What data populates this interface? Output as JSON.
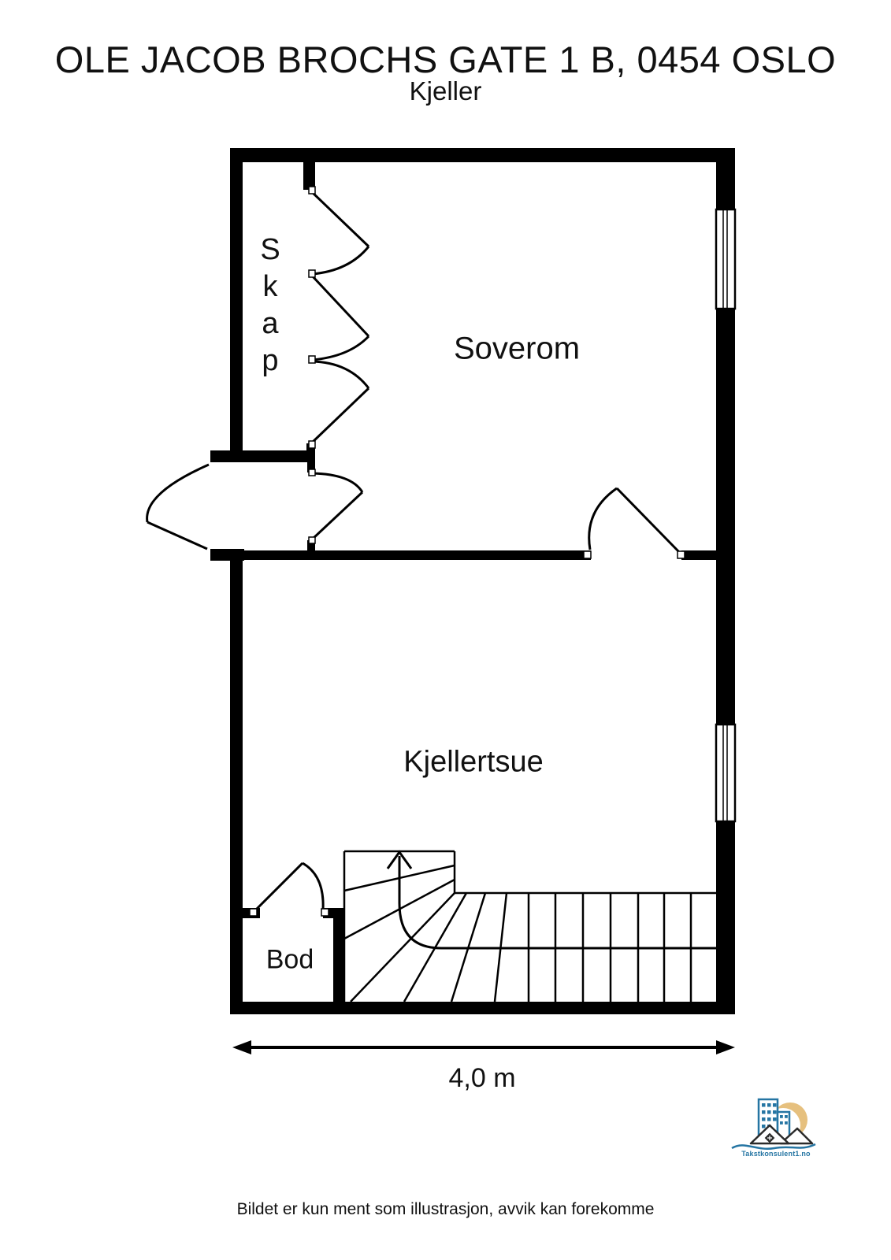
{
  "header": {
    "title": "OLE JACOB BROCHS GATE 1 B, 0454 OSLO",
    "floor": "Kjeller"
  },
  "rooms": {
    "closet": {
      "label": "Skap"
    },
    "bedroom": {
      "label": "Soverom"
    },
    "living": {
      "label": "Kjellertsue"
    },
    "storage": {
      "label": "Bod"
    }
  },
  "dimension": {
    "width_label": "4,0 m"
  },
  "logo": {
    "text": "Takstkonsulent1.no"
  },
  "footer": {
    "disclaimer": "Bildet er kun ment som illustrasjon, avvik kan forekomme"
  },
  "colors": {
    "walls": "#000000",
    "background": "#ffffff",
    "logo_blue": "#2575a3",
    "logo_gold": "#e6c07e",
    "logo_roof": "#2b2b2b"
  }
}
